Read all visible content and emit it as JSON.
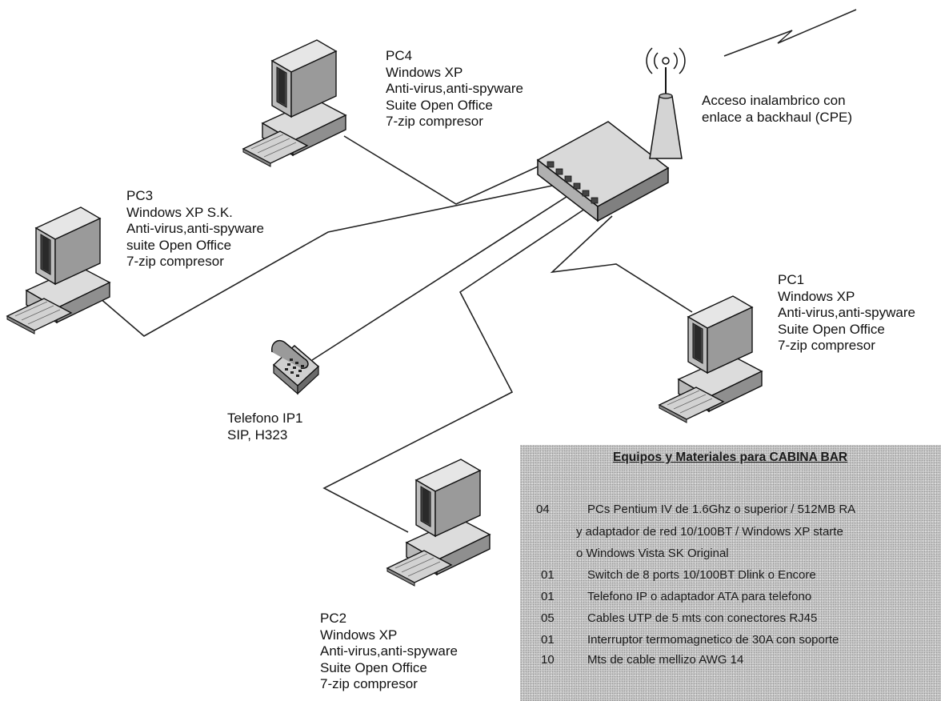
{
  "pc4": {
    "lines": [
      "PC4",
      "Windows XP",
      "Anti-virus,anti-spyware",
      "Suite Open Office",
      "7-zip compresor"
    ]
  },
  "pc3": {
    "lines": [
      "PC3",
      "Windows XP S.K.",
      "Anti-virus,anti-spyware",
      "suite Open Office",
      "7-zip compresor"
    ]
  },
  "pc1": {
    "lines": [
      "PC1",
      "Windows XP",
      "Anti-virus,anti-spyware",
      "Suite Open Office",
      "7-zip compresor"
    ]
  },
  "pc2": {
    "lines": [
      "PC2",
      "Windows XP",
      "Anti-virus,anti-spyware",
      "Suite Open Office",
      "7-zip compresor"
    ]
  },
  "phone": {
    "lines": [
      "Telefono IP1",
      "SIP, H323"
    ]
  },
  "wireless": {
    "lines": [
      "Acceso inalambrico con",
      "enlace a backhaul (CPE)"
    ]
  },
  "materials": {
    "title": "Equipos y Materiales para CABINA BAR",
    "rows": [
      {
        "qty": "04",
        "desc": "PCs Pentium IV de 1.6Ghz o superior / 512MB RA"
      },
      {
        "qty": "",
        "desc": "y adaptador de red 10/100BT / Windows XP starte"
      },
      {
        "qty": "",
        "desc": "o Windows Vista SK Original"
      },
      {
        "qty": "01",
        "desc": "Switch de 8 ports 10/100BT Dlink o Encore"
      },
      {
        "qty": "01",
        "desc": "Telefono IP o adaptador ATA para telefono"
      },
      {
        "qty": "05",
        "desc": "Cables UTP de 5 mts con conectores RJ45"
      },
      {
        "qty": "01",
        "desc": "Interruptor termomagnetico de 30A con soporte"
      },
      {
        "qty": "10",
        "desc": "Mts de cable mellizo AWG 14"
      }
    ]
  }
}
